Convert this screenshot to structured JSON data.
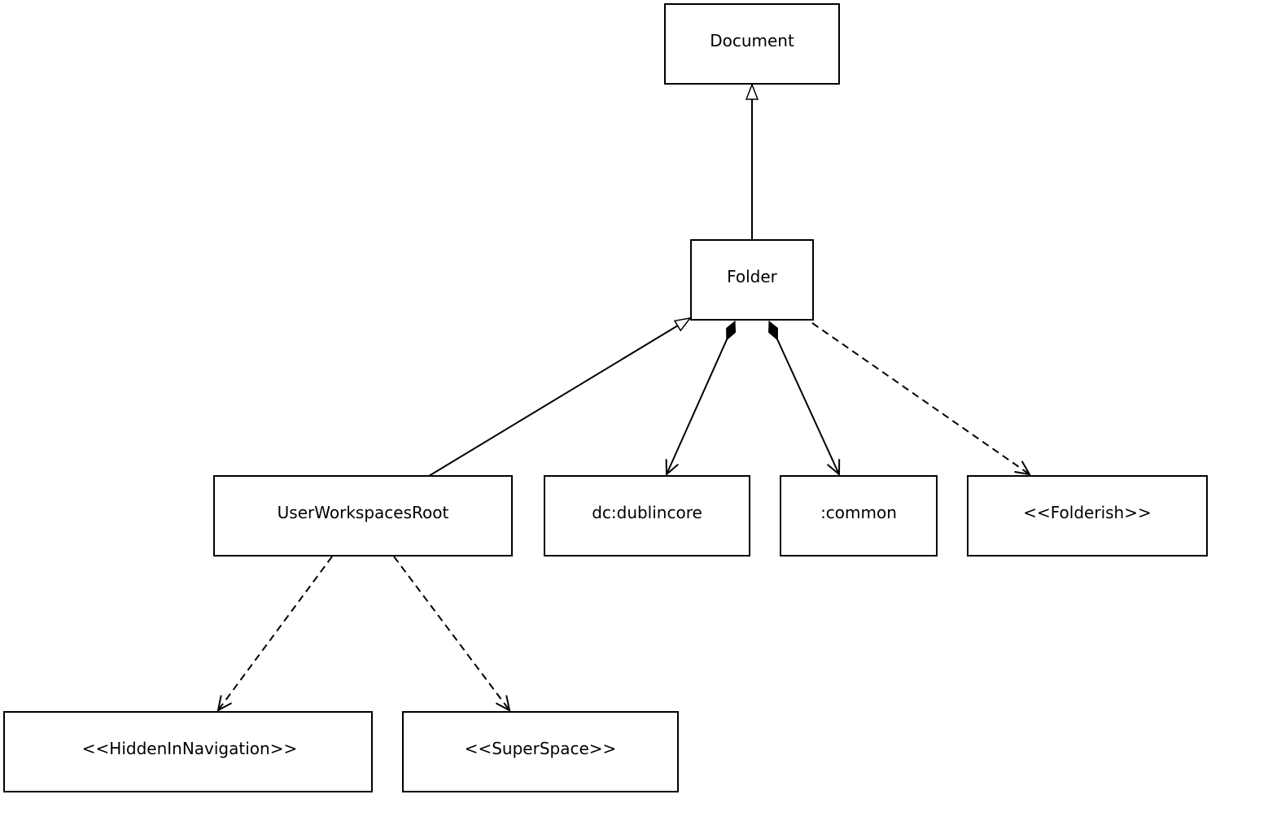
{
  "diagram": {
    "classes": {
      "document": "Document",
      "folder": "Folder",
      "user_workspaces_root": "UserWorkspacesRoot",
      "dublincore": "dc:dublincore",
      "common": ":common",
      "folderish": "<<Folderish>>",
      "hidden_in_navigation": "<<HiddenInNavigation>>",
      "super_space": "<<SuperSpace>>"
    },
    "relations": [
      {
        "from": "Folder",
        "to": "Document",
        "type": "generalization"
      },
      {
        "from": "UserWorkspacesRoot",
        "to": "Folder",
        "type": "generalization"
      },
      {
        "from": "Folder",
        "to": "dc:dublincore",
        "type": "composition"
      },
      {
        "from": "Folder",
        "to": ":common",
        "type": "composition"
      },
      {
        "from": "Folder",
        "to": "<<Folderish>>",
        "type": "dependency"
      },
      {
        "from": "UserWorkspacesRoot",
        "to": "<<HiddenInNavigation>>",
        "type": "dependency"
      },
      {
        "from": "UserWorkspacesRoot",
        "to": "<<SuperSpace>>",
        "type": "dependency"
      }
    ],
    "colors": {
      "line": "#000000",
      "fill": "#ffffff"
    }
  }
}
